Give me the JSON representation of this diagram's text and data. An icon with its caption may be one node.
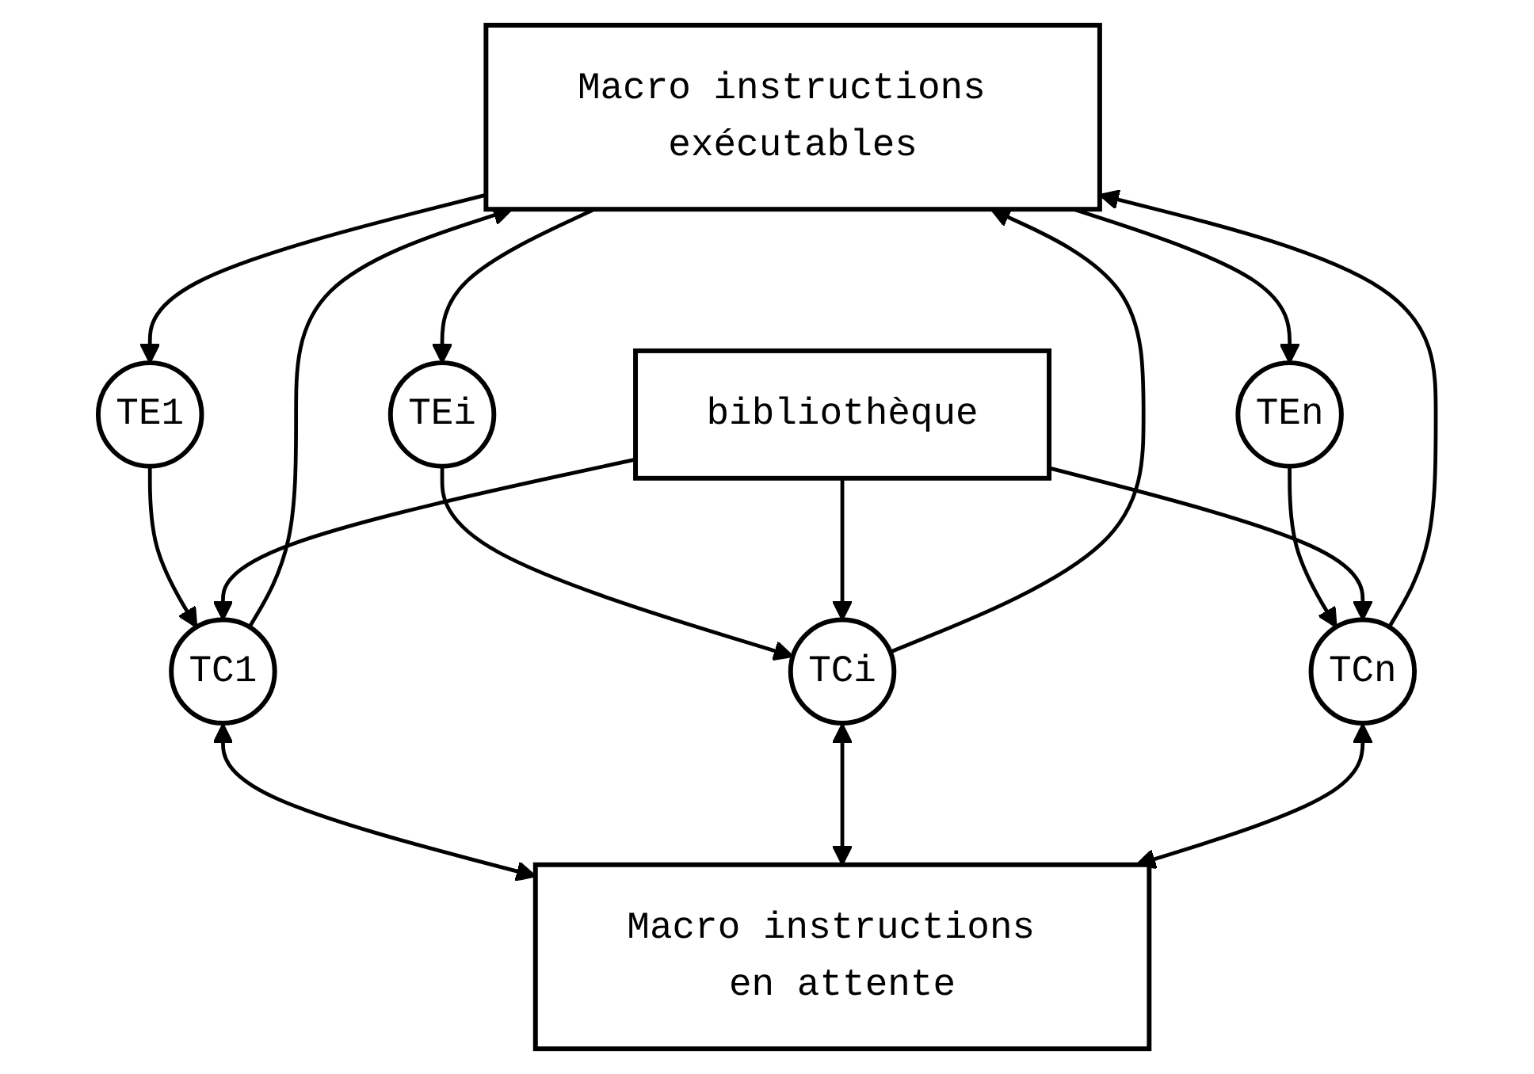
{
  "diagram": {
    "nodes": [
      {
        "text": [
          "Macro instructions exécutables"
        ]
      },
      {
        "text": [
          "TE1"
        ]
      },
      {
        "text": [
          "TEi"
        ]
      },
      {
        "text": [
          "TEn"
        ]
      },
      {
        "text": [
          "TC1"
        ]
      },
      {
        "text": [
          "TCi"
        ]
      },
      {
        "text": [
          "TCn"
        ]
      },
      {
        "text": [
          "bibliothèque"
        ]
      },
      {
        "text": [
          "Macro instructions en attente"
        ]
      }
    ],
    "edges": [
      {
        "from": 0,
        "to": 1,
        "arrow": "to"
      },
      {
        "from": 4,
        "to": 0,
        "arrow": "to"
      },
      {
        "from": 0,
        "to": 2,
        "arrow": "to"
      },
      {
        "from": 5,
        "to": 0,
        "arrow": "to"
      },
      {
        "from": 0,
        "to": 3,
        "arrow": "to"
      },
      {
        "from": 6,
        "to": 0,
        "arrow": "to"
      },
      {
        "from": 1,
        "to": 4,
        "arrow": "to"
      },
      {
        "from": 2,
        "to": 5,
        "arrow": "to"
      },
      {
        "from": 3,
        "to": 6,
        "arrow": "to"
      },
      {
        "from": 7,
        "to": 4,
        "arrow": "to"
      },
      {
        "from": 7,
        "to": 5,
        "arrow": "to"
      },
      {
        "from": 7,
        "to": 6,
        "arrow": "to"
      },
      {
        "from": 4,
        "to": 8,
        "arrow": "both"
      },
      {
        "from": 5,
        "to": 8,
        "arrow": "both"
      },
      {
        "from": 6,
        "to": 8,
        "arrow": "both"
      }
    ]
  }
}
